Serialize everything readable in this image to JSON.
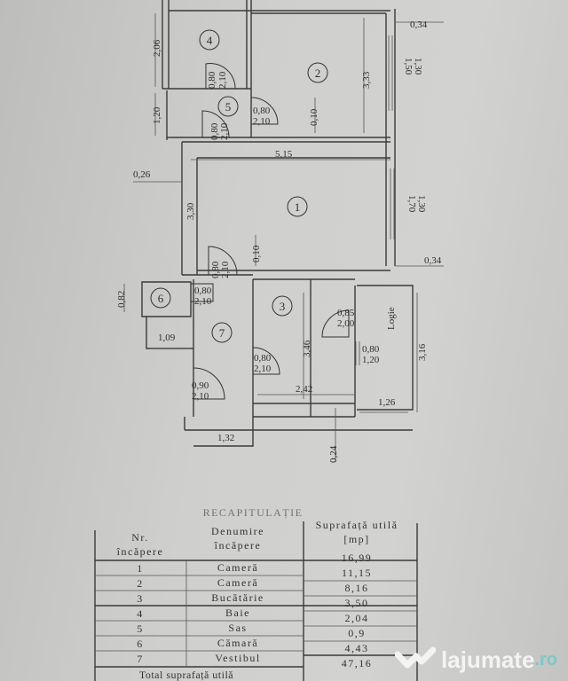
{
  "plan": {
    "rooms": {
      "r1": "1",
      "r2": "2",
      "r3": "3",
      "r4": "4",
      "r5": "5",
      "r6": "6",
      "r7": "7",
      "logie": "Logie"
    },
    "dims": {
      "top_right_034": "0,34",
      "room4_206": "2,06",
      "door4_w": "0,80",
      "door4_h": "2,10",
      "room2_333": "3,33",
      "win2_w": "1,50",
      "win2_h": "1,30",
      "sas_120": "1,20",
      "door2_w": "0,80",
      "door2_h": "2,10",
      "door5_w": "0,80",
      "door5_h": "2,10",
      "wall_010_a": "0,10",
      "room1_515": "5,15",
      "wall_026": "0,26",
      "room1_330": "3,30",
      "win1_w": "1,70",
      "win1_h": "1,30",
      "wall_010_b": "0,10",
      "door1_w": "0,80",
      "door1_h": "2,10",
      "right_034": "0,34",
      "room6_082": "0,82",
      "door6_w": "0,80",
      "door6_h": "2,10",
      "doorL_w": "0,85",
      "doorL_h": "2,00",
      "room6_109": "1,09",
      "room3_346": "3,46",
      "door3_w": "0,80",
      "door3_h": "2,10",
      "winL_w": "0,80",
      "winL_h": "1,20",
      "logie_316": "3,16",
      "door7_w": "0,90",
      "door7_h": "2,10",
      "room3_242": "2,42",
      "logie_126": "1,26",
      "room7_132": "1,32",
      "wall_024": "0,24"
    }
  },
  "table": {
    "title": "RECAPITULAȚIE",
    "headers": {
      "nr1": "Nr.",
      "nr2": "încăpere",
      "name1": "Denumire",
      "name2": "încăpere",
      "area1": "Suprafață utilă",
      "area2": "[mp]"
    },
    "rows": [
      {
        "nr": "1",
        "name": "Cameră",
        "area": "16,99"
      },
      {
        "nr": "2",
        "name": "Cameră",
        "area": "11,15"
      },
      {
        "nr": "3",
        "name": "Bucătărie",
        "area": "8,16"
      },
      {
        "nr": "4",
        "name": "Baie",
        "area": "3,50"
      },
      {
        "nr": "5",
        "name": "Sas",
        "area": "2,04"
      },
      {
        "nr": "6",
        "name": "Cămară",
        "area": "0,9"
      },
      {
        "nr": "7",
        "name": "Vestibul",
        "area": "4,43"
      }
    ],
    "total_label": "Total suprafață utilă",
    "total_value": "47,16"
  },
  "watermark": {
    "brand": "lajumate",
    "tld": ".ro"
  }
}
